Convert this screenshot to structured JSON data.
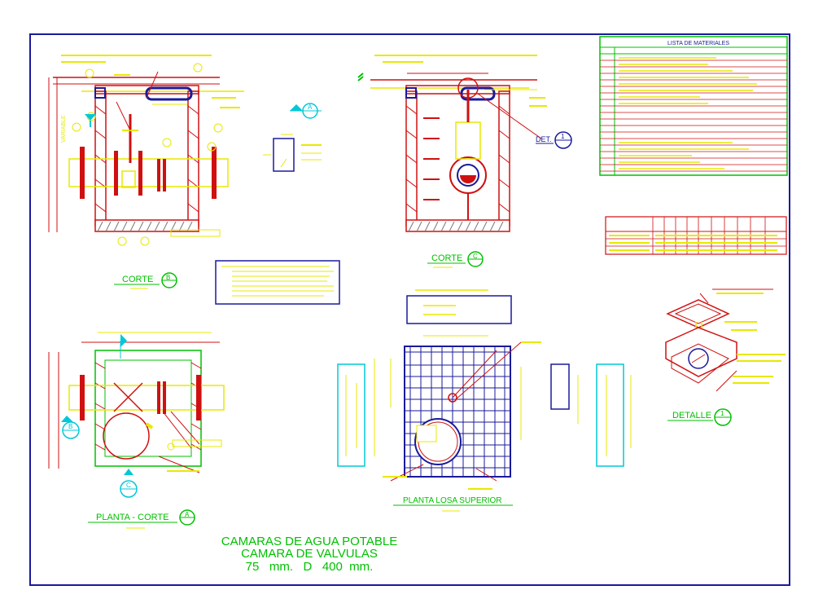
{
  "title_block": {
    "line1": "CAMARAS DE AGUA POTABLE",
    "line2": "CAMARA DE VALVULAS",
    "line3": "75   mm.   D   400  mm."
  },
  "views": {
    "corte_b": {
      "label": "CORTE",
      "symbol": "B"
    },
    "corte_c": {
      "label": "CORTE",
      "symbol": "C"
    },
    "planta_corte_a": {
      "label": "PLANTA - CORTE",
      "symbol": "A"
    },
    "planta_losa": {
      "label": "PLANTA LOSA SUPERIOR"
    },
    "detalle": {
      "label": "DETALLE",
      "symbol": "1"
    },
    "det_callout": {
      "label": "DET.",
      "symbol": "1"
    }
  },
  "section_markers": {
    "a": "A",
    "b": "B",
    "c": "C",
    "variable": "VARIABLE"
  },
  "materials_list": {
    "title": "LISTA DE MATERIALES"
  },
  "colors": {
    "border": "#1a1a9c",
    "drawing_red": "#d01010",
    "text_yellow": "#e8e800",
    "text_green": "#00c000",
    "accent_cyan": "#00c8d8",
    "note_blue": "#1a1a9c"
  }
}
